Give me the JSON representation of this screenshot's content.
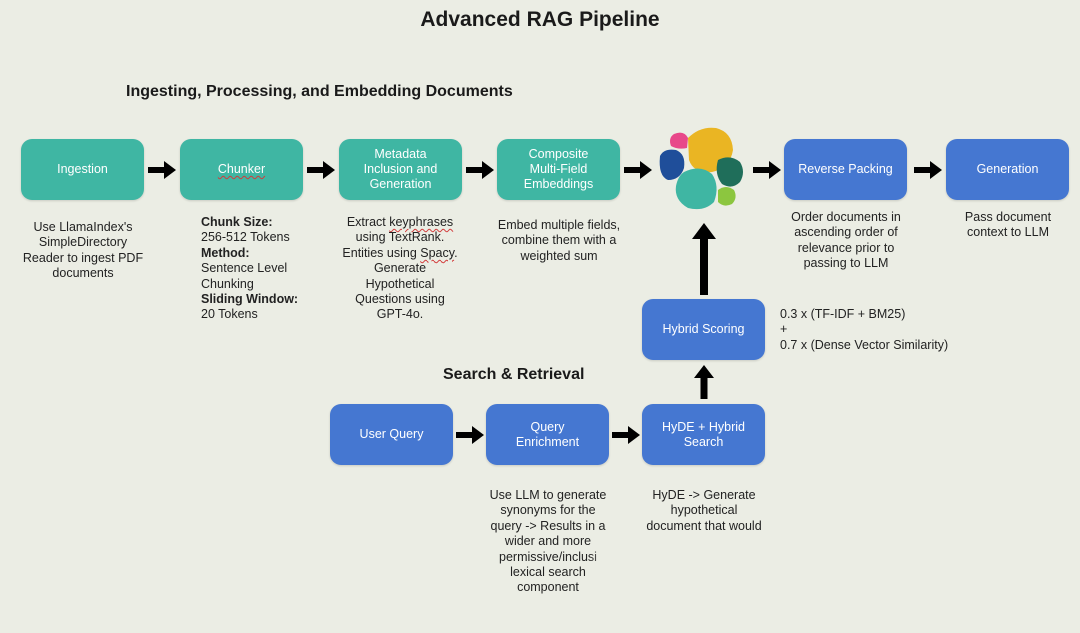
{
  "title": "Advanced RAG Pipeline",
  "sections": {
    "ingest": "Ingesting, Processing, and Embedding Documents",
    "search": "Search & Retrieval"
  },
  "colors": {
    "teal": "#3fb6a3",
    "blue": "#4577d1",
    "background": "#ebede4"
  },
  "boxes": {
    "ingestion": "Ingestion",
    "chunker": "Chunker",
    "metadata": "Metadata\nInclusion and\nGeneration",
    "composite": "Composite\nMulti-Field\nEmbeddings",
    "reverse_packing": "Reverse Packing",
    "generation": "Generation",
    "hybrid_scoring": "Hybrid Scoring",
    "user_query": "User Query",
    "query_enrichment": "Query\nEnrichment",
    "hyde_search": "HyDE + Hybrid\nSearch"
  },
  "logo_icon": "elasticsearch-logo",
  "descriptions": {
    "ingestion": "Use LlamaIndex's\nSimpleDirectory\nReader to ingest PDF\ndocuments",
    "chunker": {
      "chunk_size_label": "Chunk Size:",
      "chunk_size_value": "256-512 Tokens",
      "method_label": "Method:",
      "method_value": "Sentence Level\nChunking",
      "window_label": "Sliding Window:",
      "window_value": "20 Tokens"
    },
    "metadata": {
      "p1": "Extract ",
      "keyphrases": "keyphrases",
      "p2": "\nusing TextRank.\nEntities using ",
      "spacy": "Spacy",
      "p3": ".\nGenerate\nHypothetical\nQuestions using\nGPT-4o."
    },
    "composite": "Embed multiple fields,\ncombine them with a\nweighted sum",
    "reverse_packing": "Order documents in\nascending order of\nrelevance prior to\npassing to LLM",
    "generation": "Pass document\ncontext to LLM",
    "hybrid_scoring": "0.3 x (TF-IDF + BM25)\n+\n0.7 x (Dense Vector Similarity)",
    "query_enrichment": "Use LLM to generate\nsynonyms for the\nquery -> Results in a\nwider and more\npermissive/inclusi\nlexical search\ncomponent",
    "hyde_search": "HyDE -> Generate\nhypothetical\ndocument that would"
  }
}
